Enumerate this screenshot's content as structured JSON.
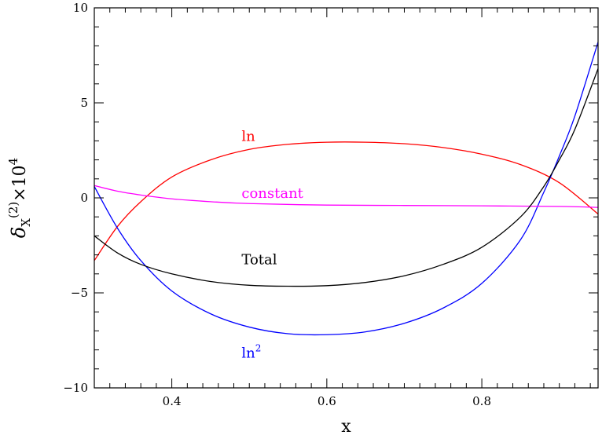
{
  "chart_data": {
    "type": "line",
    "xlabel": "x",
    "ylabel": {
      "base": "δ",
      "sub": "X",
      "sup": "(2)",
      "suffix": "×10",
      "exp": "4"
    },
    "xlim": [
      0.3,
      0.95
    ],
    "ylim": [
      -10,
      10
    ],
    "x_ticks": [
      0.4,
      0.6,
      0.8
    ],
    "x_tick_labels": [
      "0.4",
      "0.6",
      "0.8"
    ],
    "y_ticks": [
      -10,
      -5,
      0,
      5,
      10
    ],
    "y_tick_labels": [
      "−10",
      "−5",
      "0",
      "5",
      "10"
    ],
    "grid": false,
    "series": [
      {
        "name": "ln",
        "color": "#ff0000",
        "x": [
          0.3,
          0.33,
          0.36,
          0.4,
          0.45,
          0.5,
          0.55,
          0.6,
          0.65,
          0.7,
          0.75,
          0.8,
          0.85,
          0.9,
          0.95
        ],
        "y": [
          -3.3,
          -1.5,
          -0.2,
          1.1,
          2.0,
          2.55,
          2.82,
          2.93,
          2.93,
          2.85,
          2.65,
          2.3,
          1.75,
          0.8,
          -0.85
        ]
      },
      {
        "name": "ln²",
        "color": "#0000ff",
        "x": [
          0.3,
          0.33,
          0.36,
          0.4,
          0.45,
          0.5,
          0.55,
          0.6,
          0.65,
          0.7,
          0.75,
          0.8,
          0.85,
          0.88,
          0.9,
          0.92,
          0.95
        ],
        "y": [
          0.6,
          -1.6,
          -3.3,
          -4.9,
          -6.1,
          -6.8,
          -7.15,
          -7.2,
          -7.05,
          -6.6,
          -5.8,
          -4.5,
          -2.2,
          0.3,
          2.2,
          4.3,
          8.2
        ]
      },
      {
        "name": "constant",
        "color": "#ff00ff",
        "x": [
          0.3,
          0.33,
          0.36,
          0.4,
          0.45,
          0.5,
          0.6,
          0.7,
          0.8,
          0.9,
          0.95
        ],
        "y": [
          0.65,
          0.35,
          0.15,
          -0.05,
          -0.2,
          -0.3,
          -0.38,
          -0.4,
          -0.42,
          -0.45,
          -0.5
        ]
      },
      {
        "name": "Total",
        "color": "#000000",
        "x": [
          0.3,
          0.33,
          0.36,
          0.4,
          0.45,
          0.5,
          0.55,
          0.6,
          0.65,
          0.7,
          0.75,
          0.8,
          0.85,
          0.88,
          0.9,
          0.92,
          0.95
        ],
        "y": [
          -2.0,
          -2.9,
          -3.5,
          -4.0,
          -4.4,
          -4.6,
          -4.65,
          -4.62,
          -4.45,
          -4.1,
          -3.5,
          -2.6,
          -1.0,
          0.6,
          2.0,
          3.6,
          6.8
        ]
      }
    ],
    "annotations": [
      {
        "text": "ln",
        "color": "#ff0000",
        "x": 0.49,
        "y": 3.0
      },
      {
        "text": "constant",
        "color": "#ff00ff",
        "x": 0.49,
        "y": 0.0
      },
      {
        "text": "Total",
        "color": "#000000",
        "x": 0.49,
        "y": -3.5
      },
      {
        "text": "ln",
        "sup": "2",
        "color": "#0000ff",
        "x": 0.49,
        "y": -8.4
      }
    ]
  }
}
